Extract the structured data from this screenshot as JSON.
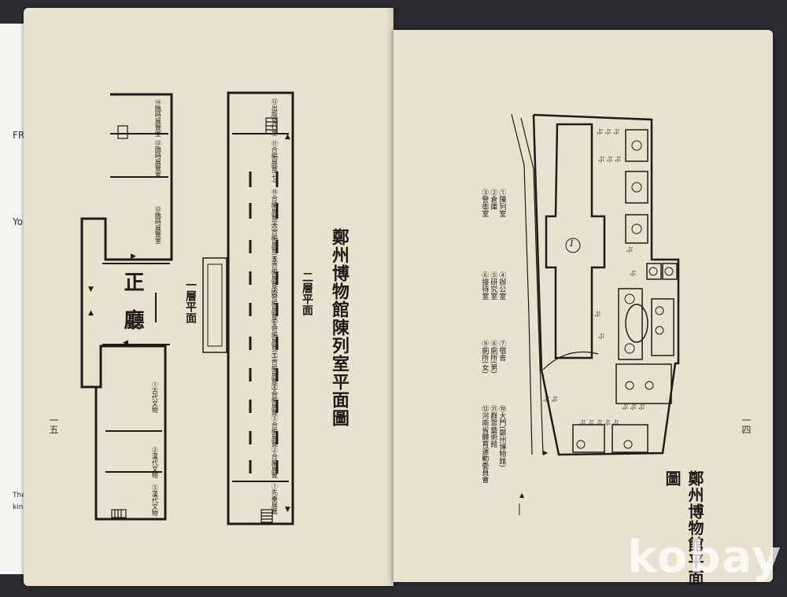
{
  "left_page": {
    "title": "鄭州博物館陳列室平面圖",
    "floor_two_label": "二層平面",
    "floor_one_label": "一層平面",
    "hall_label": "正廳",
    "page_number": "一五",
    "upper_rooms": [
      "⑫出版發行室",
      "⑪合編展覽(七)",
      "⑩合編展覽(六)",
      "⑨合編展覽(五)",
      "⑧合編展覽(四)",
      "⑦合編展覽(三)",
      "⑥合編展覽(二)",
      "⑤合編展覽(一)",
      "④合編展覽",
      "③合編展覽",
      "②合編展覽",
      "①先秦展覽"
    ],
    "lower_left_rooms": [
      "⑭臨時展覽室",
      "⑬臨時展覽室",
      "⑫臨時展覽室"
    ],
    "lower_right_rooms": [
      "①古代文物",
      "②漢代文物",
      "③漢代文物"
    ]
  },
  "right_page": {
    "title": "鄭州博物館平面圖",
    "page_number": "一四",
    "building_number": "1",
    "legend": [
      "①陳列室",
      "②倉庫",
      "③警衛室",
      "④辦公室",
      "⑤研究室",
      "⑥接待室",
      "⑦宿舍",
      "⑧廁所(男)",
      "⑨廁所(女)",
      "⑩大門(鄭州博物館)",
      "⑪群眾藝術館",
      "⑫河南省體育運動委員會"
    ]
  },
  "under_document": {
    "fragments": [
      "FR",
      "Yo",
      "The",
      "kin"
    ]
  },
  "watermark": "kobay"
}
